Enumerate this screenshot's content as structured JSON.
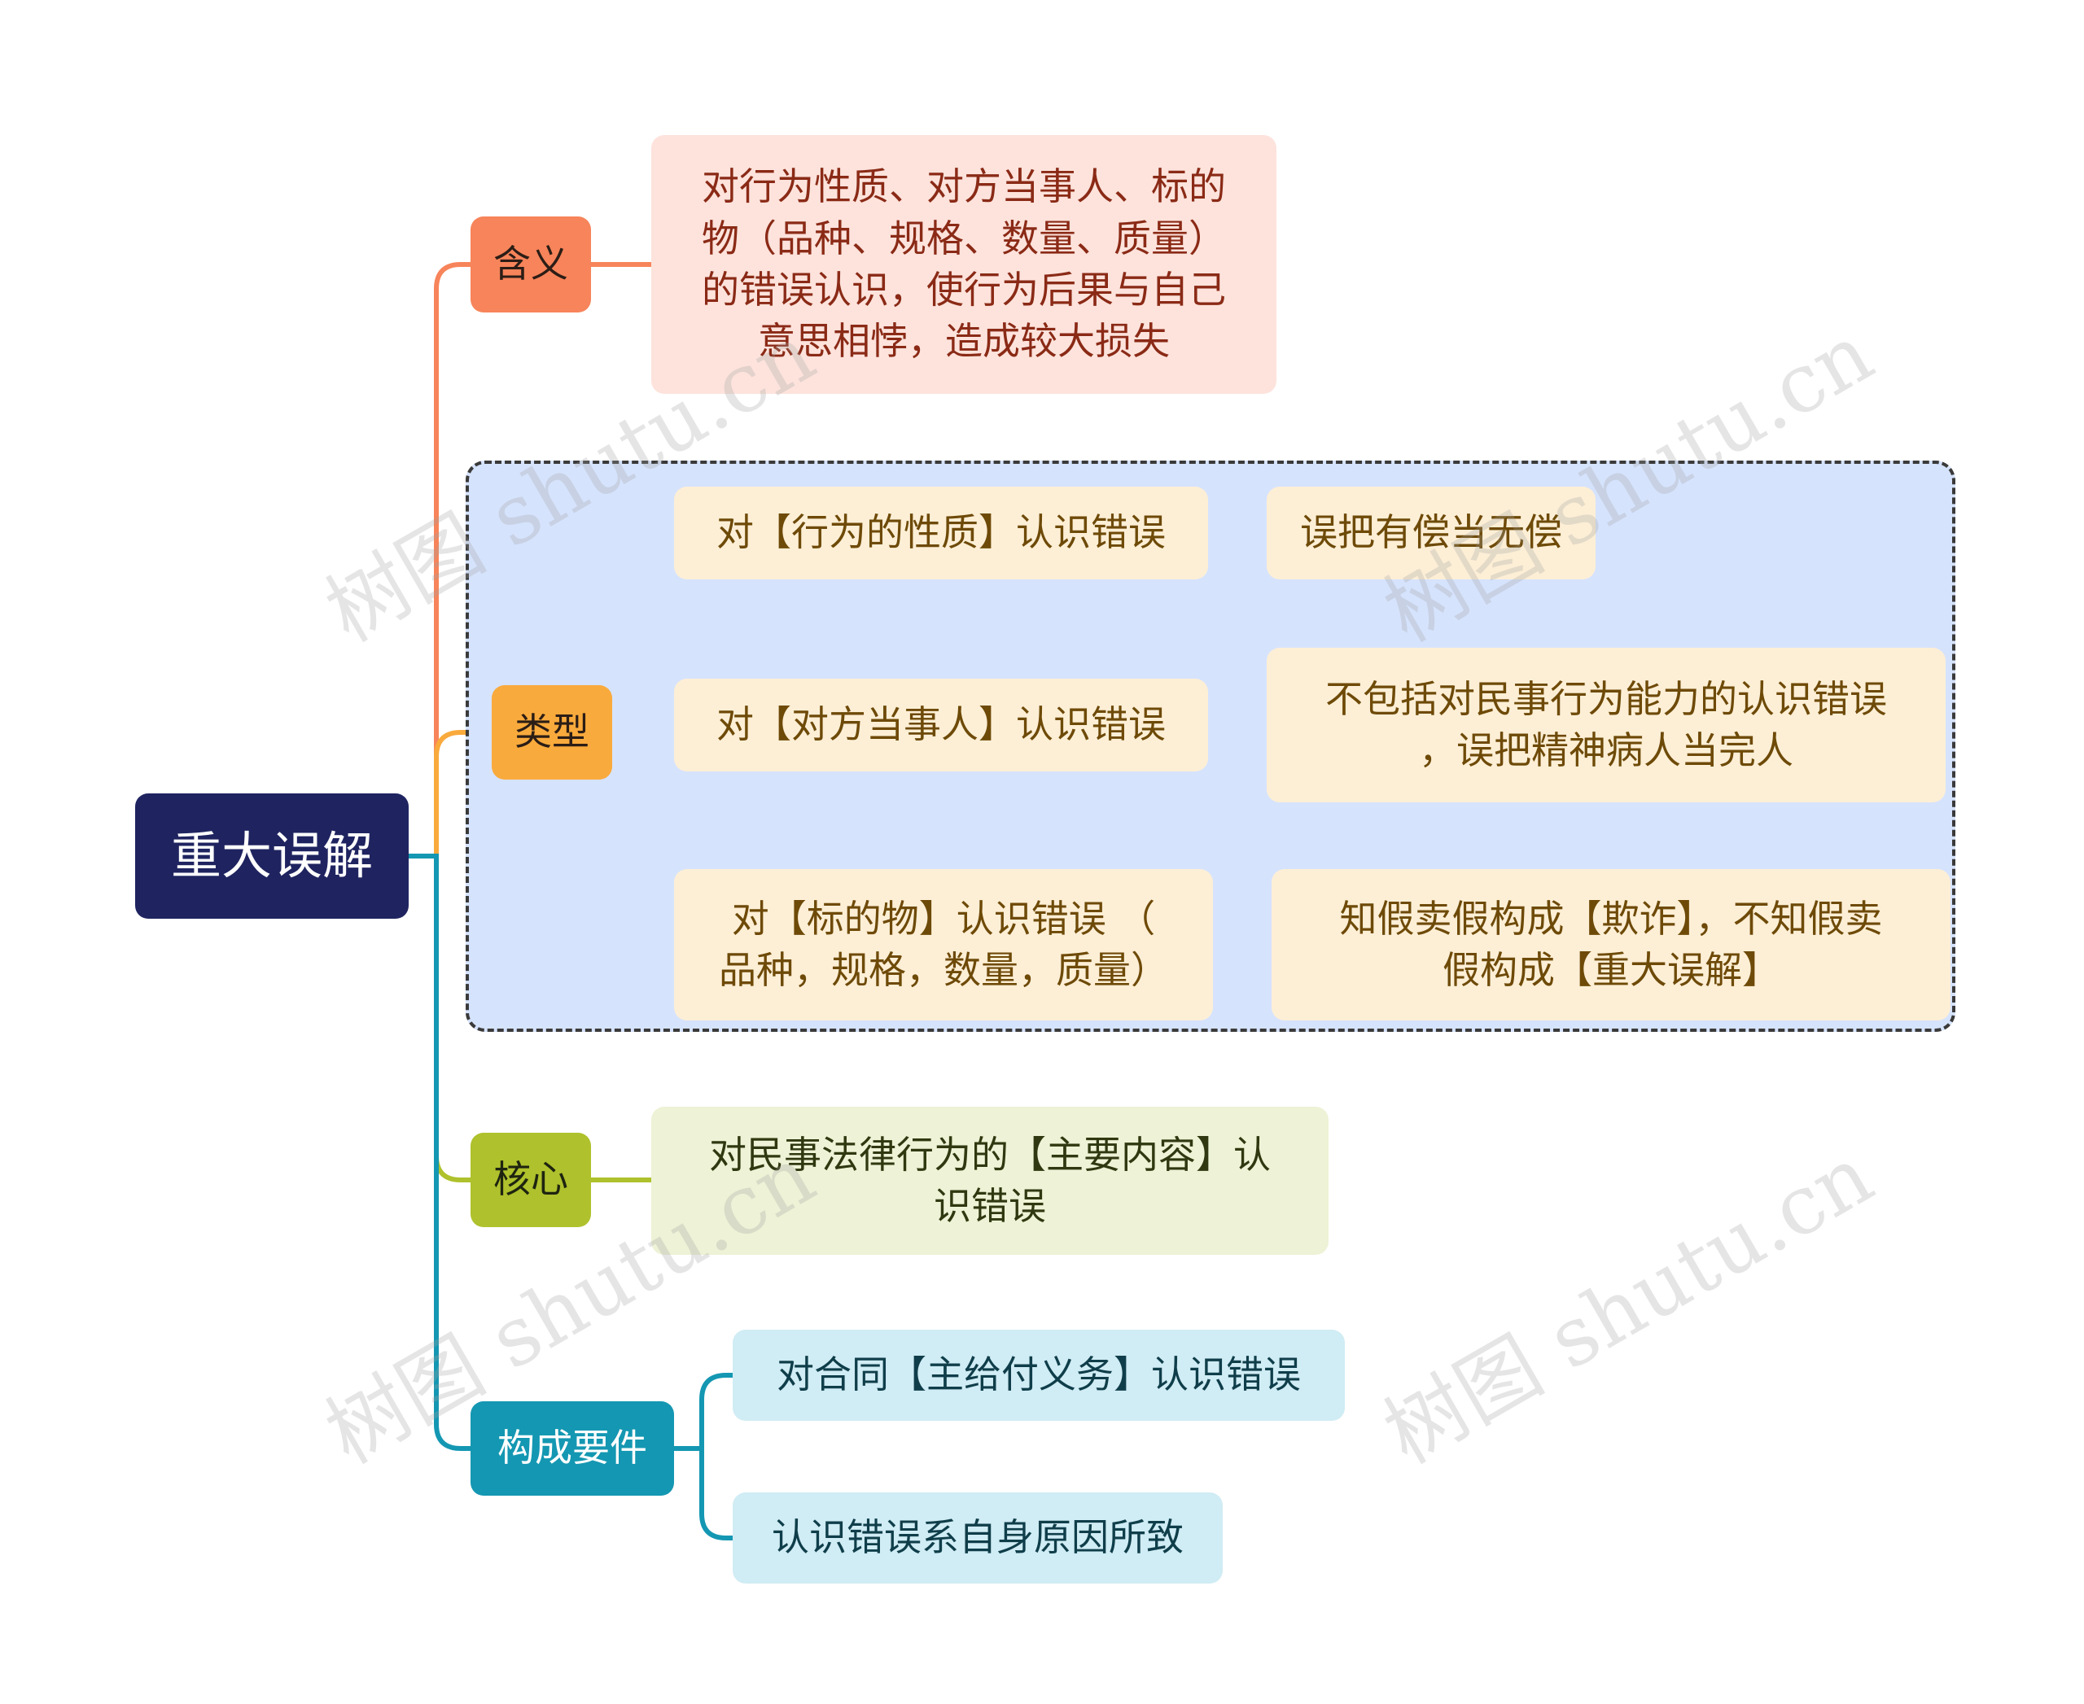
{
  "root": {
    "label": "重大误解"
  },
  "branches": {
    "meaning": {
      "label": "含义",
      "detail": [
        "对行为性质、对方当事人、标的",
        "物（品种、规格、数量、质量）",
        "的错误认识，使行为后果与自己",
        "意思相悖，造成较大损失"
      ]
    },
    "types": {
      "label": "类型",
      "items": [
        {
          "label": [
            "对【行为的性质】认识错误"
          ],
          "detail": [
            "误把有偿当无偿"
          ]
        },
        {
          "label": [
            "对【对方当事人】认识错误"
          ],
          "detail": [
            "不包括对民事行为能力的认识错误",
            "，误把精神病人当完人"
          ]
        },
        {
          "label": [
            "对【标的物】认识错误 （",
            "品种，规格，数量，质量）"
          ],
          "detail": [
            "知假卖假构成【欺诈】，不知假卖",
            "假构成【重大误解】"
          ]
        }
      ]
    },
    "core": {
      "label": "核心",
      "detail": [
        "对民事法律行为的【主要内容】认",
        "识错误"
      ]
    },
    "elements": {
      "label": "构成要件",
      "items": [
        [
          "对合同【主给付义务】认识错误"
        ],
        [
          "认识错误系自身原因所致"
        ]
      ]
    }
  },
  "watermark": "树图 shutu.cn",
  "colors": {
    "root": "#1f2460",
    "meaning": "#f7845a",
    "types": "#f9aa3c",
    "core": "#afc12c",
    "elements": "#1497b2"
  }
}
